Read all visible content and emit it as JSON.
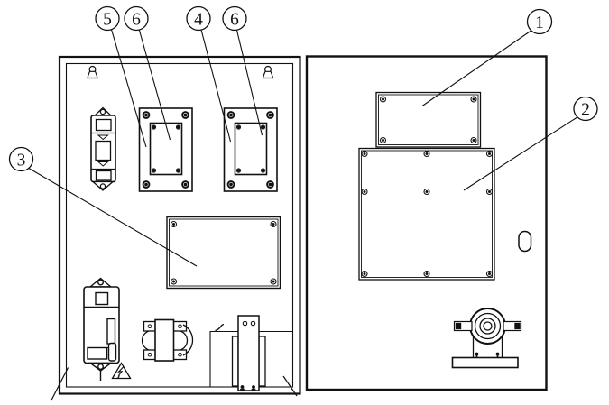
{
  "figure": {
    "kind": "technical line drawing",
    "background_color": "#ffffff",
    "line_color": "#111111"
  },
  "callouts": [
    {
      "label": "5"
    },
    {
      "label": "6"
    },
    {
      "label": "4"
    },
    {
      "label": "6"
    },
    {
      "label": "1"
    },
    {
      "label": "2"
    },
    {
      "label": "3"
    }
  ],
  "icons": {
    "left_panel": [
      "keyhole-hanger-icon",
      "breaker-switch-icon",
      "terminal-box-icon",
      "terminal-box-icon",
      "cover-plate-icon",
      "contactor-icon",
      "lightning-warning-triangle-icon",
      "transformer-icon",
      "mounting-bracket-icon"
    ],
    "right_panel": [
      "cover-plate-small-icon",
      "cover-plate-large-icon",
      "cable-grommet-icon",
      "motor-mount-icon"
    ]
  }
}
